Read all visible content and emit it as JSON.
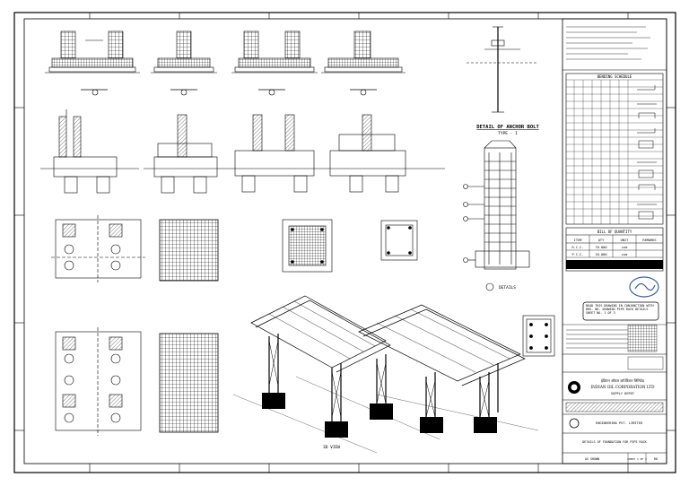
{
  "drawing": {
    "detail_anchor_bolt": "DETAIL OF ANCHOR BOLT",
    "detail_anchor_bolt_sub": "TYPE - I",
    "details_header": "DETAILS",
    "view_3d": "3D VIEW"
  },
  "title_block": {
    "bending_schedule_title": "BENDING SCHEDULE",
    "bill_of_quantity_title": "BILL OF QUANTITY",
    "boq_headers": [
      "ITEM",
      "QTY",
      "UNIT",
      "REMARKS"
    ],
    "boq_rows": [
      [
        "R.C.C.",
        "70.000",
        "cum",
        ""
      ],
      [
        "P.C.C.",
        "10.000",
        "cum",
        ""
      ]
    ],
    "note_box": "READ THIS DRAWING IN CONJUNCTION WITH DRG. NO. SHOWING PIPE RACK DETAILS SHEET NO. 1 OF 3",
    "owner": "INDIAN OIL CORPORATION LTD",
    "owner_hindi": "इंडियन ऑयल कॉर्पोरेशन लिमिटेड",
    "project": "SUPPLY DEPOT",
    "contractor": "ENGINEERING PVT. LIMITED",
    "drawing_title": "DETAILS OF FOUNDATION FOR PIPE RACK",
    "scale_label": "AS SHOWN",
    "sheet_label": "SHEET 1 OF 3",
    "rev_label": "R0"
  },
  "colors": {
    "line": "#000000",
    "paper": "#ffffff",
    "stamp": "#3a5fb0"
  }
}
